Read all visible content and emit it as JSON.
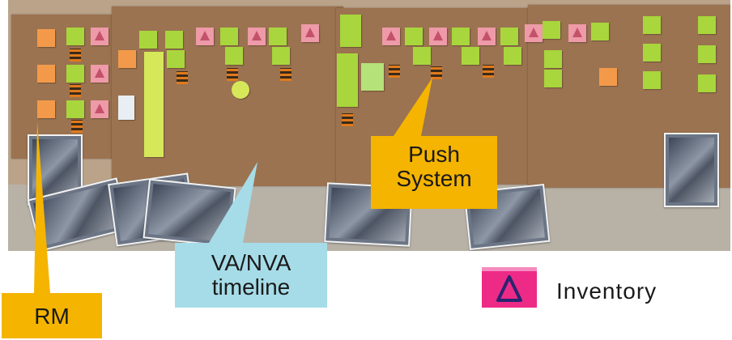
{
  "callouts": {
    "push": {
      "label_line1": "Push",
      "label_line2": "System",
      "color": "#f5b400"
    },
    "timeline": {
      "label_line1": "VA/NVA",
      "label_line2": "timeline",
      "color": "#a6dce8"
    },
    "rm": {
      "label": "RM",
      "color": "#f5b400"
    }
  },
  "legend": {
    "label": "Inventory",
    "icon": "inventory-triangle-icon",
    "swatch_color": "#ee2a87"
  },
  "photo": {
    "subject": "value-stream-map-wall-photo"
  }
}
